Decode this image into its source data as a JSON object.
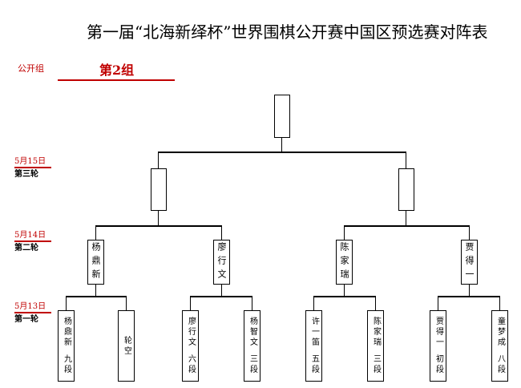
{
  "title": "第一届“北海新绎杯”世界围棋公开赛中国区预选赛对阵表",
  "division": "公开组",
  "group": "第2组",
  "rounds": [
    {
      "date": "5月15日",
      "name": "第三轮"
    },
    {
      "date": "5月14日",
      "name": "第二轮"
    },
    {
      "date": "5月13日",
      "name": "第一轮"
    }
  ],
  "round2": [
    "杨鼎新",
    "廖行文",
    "陈家瑞",
    "贾得一"
  ],
  "round1": [
    {
      "name": "杨鼎新",
      "rank": "九段"
    },
    {
      "name": "轮空",
      "rank": ""
    },
    {
      "name": "廖行文",
      "rank": "六段"
    },
    {
      "name": "杨智文",
      "rank": "三段"
    },
    {
      "name": "许一笛",
      "rank": "五段"
    },
    {
      "name": "陈家瑞",
      "rank": "三段"
    },
    {
      "name": "贾得一",
      "rank": "初段"
    },
    {
      "name": "童梦成",
      "rank": "八段"
    }
  ]
}
